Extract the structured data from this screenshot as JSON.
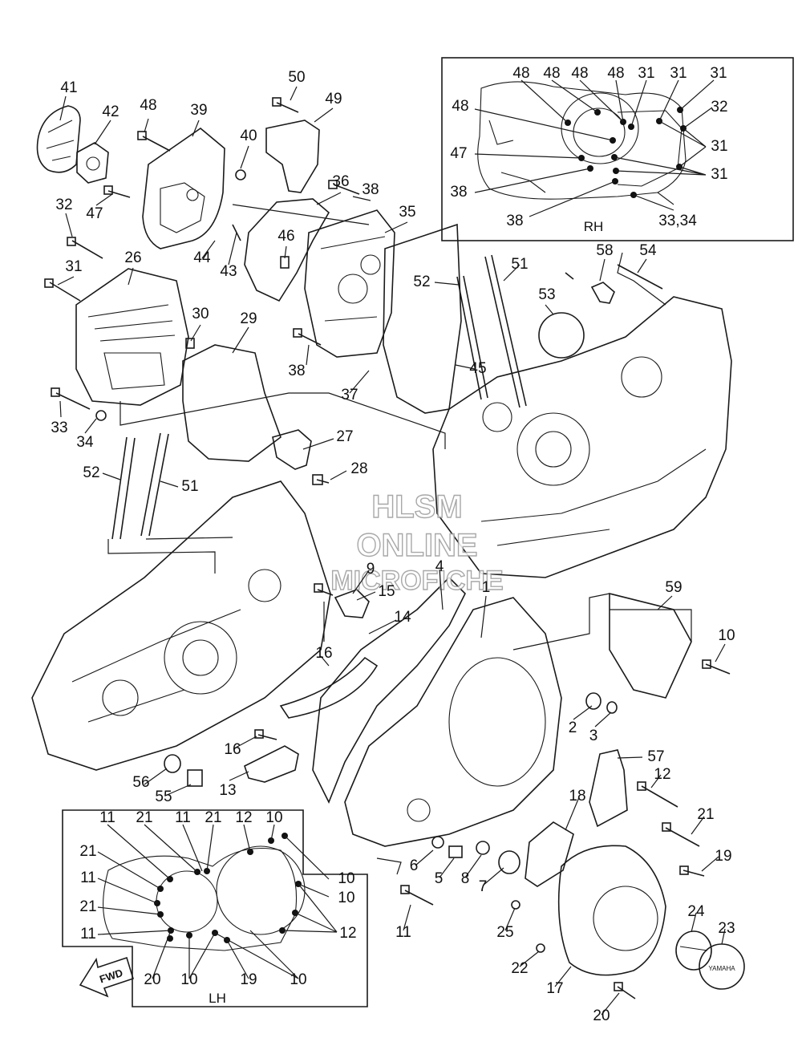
{
  "watermark": {
    "line1": "HLSM",
    "line2": "ONLINE",
    "line3": "MICROFICHE"
  },
  "insets": {
    "rh_label": "RH",
    "lh_label": "LH",
    "fwd_label": "FWD"
  },
  "callouts": [
    {
      "id": "c50",
      "text": "50"
    },
    {
      "id": "c49",
      "text": "49"
    },
    {
      "id": "c41",
      "text": "41"
    },
    {
      "id": "c42",
      "text": "42"
    },
    {
      "id": "c48a",
      "text": "48"
    },
    {
      "id": "c39",
      "text": "39"
    },
    {
      "id": "c40",
      "text": "40"
    },
    {
      "id": "c36",
      "text": "36"
    },
    {
      "id": "c38a",
      "text": "38"
    },
    {
      "id": "c35",
      "text": "35"
    },
    {
      "id": "c32",
      "text": "32"
    },
    {
      "id": "c47",
      "text": "47"
    },
    {
      "id": "c46",
      "text": "46"
    },
    {
      "id": "c44",
      "text": "44"
    },
    {
      "id": "c43",
      "text": "43"
    },
    {
      "id": "c31",
      "text": "31"
    },
    {
      "id": "c26",
      "text": "26"
    },
    {
      "id": "c30",
      "text": "30"
    },
    {
      "id": "c29",
      "text": "29"
    },
    {
      "id": "c38b",
      "text": "38"
    },
    {
      "id": "c37",
      "text": "37"
    },
    {
      "id": "c45",
      "text": "45"
    },
    {
      "id": "c52a",
      "text": "52"
    },
    {
      "id": "c51a",
      "text": "51"
    },
    {
      "id": "c53",
      "text": "53"
    },
    {
      "id": "c58",
      "text": "58"
    },
    {
      "id": "c54",
      "text": "54"
    },
    {
      "id": "c33",
      "text": "33"
    },
    {
      "id": "c34",
      "text": "34"
    },
    {
      "id": "c27",
      "text": "27"
    },
    {
      "id": "c28",
      "text": "28"
    },
    {
      "id": "c52b",
      "text": "52"
    },
    {
      "id": "c51b",
      "text": "51"
    },
    {
      "id": "c9",
      "text": "9"
    },
    {
      "id": "c4",
      "text": "4"
    },
    {
      "id": "c1",
      "text": "1"
    },
    {
      "id": "c15",
      "text": "15"
    },
    {
      "id": "c14",
      "text": "14"
    },
    {
      "id": "c16a",
      "text": "16"
    },
    {
      "id": "c59",
      "text": "59"
    },
    {
      "id": "c10a",
      "text": "10"
    },
    {
      "id": "c2",
      "text": "2"
    },
    {
      "id": "c3",
      "text": "3"
    },
    {
      "id": "c16b",
      "text": "16"
    },
    {
      "id": "c57",
      "text": "57"
    },
    {
      "id": "c13",
      "text": "13"
    },
    {
      "id": "c56",
      "text": "56"
    },
    {
      "id": "c55",
      "text": "55"
    },
    {
      "id": "c12a",
      "text": "12"
    },
    {
      "id": "c18",
      "text": "18"
    },
    {
      "id": "c21a",
      "text": "21"
    },
    {
      "id": "c6",
      "text": "6"
    },
    {
      "id": "c5",
      "text": "5"
    },
    {
      "id": "c8",
      "text": "8"
    },
    {
      "id": "c7",
      "text": "7"
    },
    {
      "id": "c19a",
      "text": "19"
    },
    {
      "id": "c11a",
      "text": "11"
    },
    {
      "id": "c25",
      "text": "25"
    },
    {
      "id": "c24",
      "text": "24"
    },
    {
      "id": "c23",
      "text": "23"
    },
    {
      "id": "c22",
      "text": "22"
    },
    {
      "id": "c17",
      "text": "17"
    },
    {
      "id": "c20a",
      "text": "20"
    }
  ],
  "rh_callouts": [
    {
      "id": "r48a",
      "text": "48"
    },
    {
      "id": "r48b",
      "text": "48"
    },
    {
      "id": "r48c",
      "text": "48"
    },
    {
      "id": "r48d",
      "text": "48"
    },
    {
      "id": "r31a",
      "text": "31"
    },
    {
      "id": "r31b",
      "text": "31"
    },
    {
      "id": "r31c",
      "text": "31"
    },
    {
      "id": "r48e",
      "text": "48"
    },
    {
      "id": "r32",
      "text": "32"
    },
    {
      "id": "r31d",
      "text": "31"
    },
    {
      "id": "r47",
      "text": "47"
    },
    {
      "id": "r31e",
      "text": "31"
    },
    {
      "id": "r38a",
      "text": "38"
    },
    {
      "id": "r38b",
      "text": "38"
    },
    {
      "id": "r3334",
      "text": "33,34"
    }
  ],
  "lh_callouts": [
    {
      "id": "l11a",
      "text": "11"
    },
    {
      "id": "l21a",
      "text": "21"
    },
    {
      "id": "l11b",
      "text": "11"
    },
    {
      "id": "l21b",
      "text": "21"
    },
    {
      "id": "l12a",
      "text": "12"
    },
    {
      "id": "l10a",
      "text": "10"
    },
    {
      "id": "l21c",
      "text": "21"
    },
    {
      "id": "l11c",
      "text": "11"
    },
    {
      "id": "l10b",
      "text": "10"
    },
    {
      "id": "l10c",
      "text": "10"
    },
    {
      "id": "l21d",
      "text": "21"
    },
    {
      "id": "l11d",
      "text": "11"
    },
    {
      "id": "l12b",
      "text": "12"
    },
    {
      "id": "l20",
      "text": "20"
    },
    {
      "id": "l10d",
      "text": "10"
    },
    {
      "id": "l19",
      "text": "19"
    },
    {
      "id": "l10e",
      "text": "10"
    }
  ]
}
